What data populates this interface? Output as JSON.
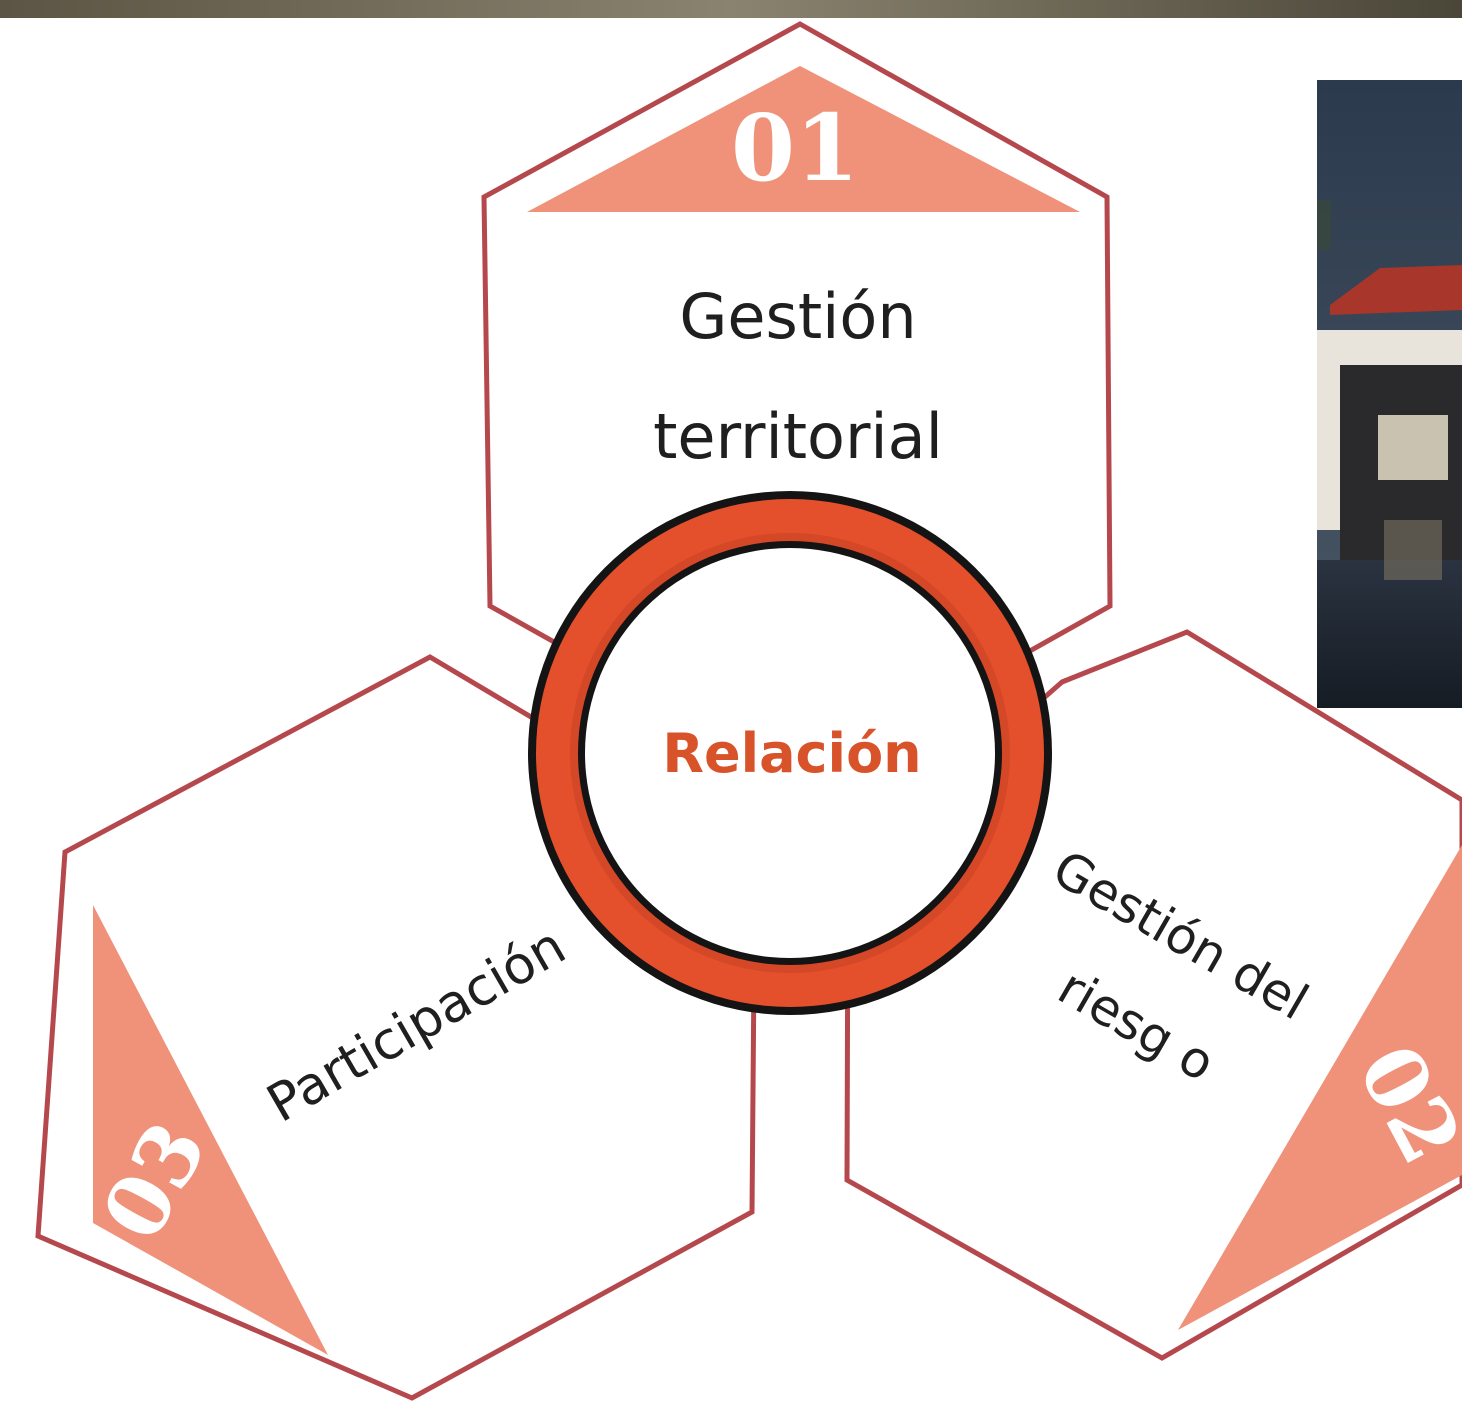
{
  "diagram": {
    "center_label": "Relación",
    "segments": [
      {
        "number": "01",
        "label_line1": "Gestión",
        "label_line2": "territorial"
      },
      {
        "number": "02",
        "label_line1": "Gestión del",
        "label_line2": "riesg o"
      },
      {
        "number": "03",
        "label_line1": "Participación",
        "label_line2": ""
      }
    ]
  },
  "colors": {
    "accent": "#f0917a",
    "outline": "#b5484d",
    "ring": "#e4502b",
    "center_text": "#d9532a"
  },
  "photo": {
    "icon": "monument-photo"
  }
}
